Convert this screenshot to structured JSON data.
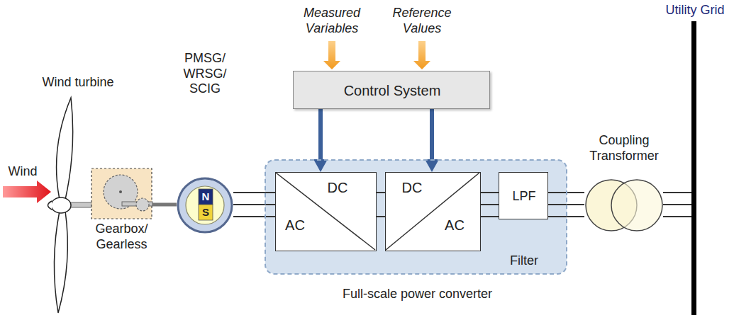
{
  "diagram": {
    "nodes": [
      {
        "text": [
          "Control System"
        ]
      },
      {
        "text": [
          "Gearbox/ Gearless"
        ]
      },
      {
        "text": [
          "PMSG/ WRSG/ SCIG"
        ]
      },
      {
        "text": [
          "Full-scale power converter"
        ]
      },
      {
        "text": [
          "DC",
          "AC"
        ],
        "in": 3
      },
      {
        "text": [
          "DC",
          "AC"
        ],
        "in": 3
      },
      {
        "text": [
          "LPF",
          "Filter"
        ],
        "in": 3
      },
      {
        "text": [
          "Coupling Transformer"
        ]
      }
    ],
    "edges": [
      {
        "from": 0,
        "to": 4,
        "arrow": "to"
      },
      {
        "from": 0,
        "to": 5,
        "arrow": "to"
      },
      {
        "from": 1,
        "to": 2,
        "arrow": "none"
      },
      {
        "from": 2,
        "to": 4,
        "arrow": "none"
      },
      {
        "from": 4,
        "to": 5,
        "arrow": "none"
      },
      {
        "from": 5,
        "to": 6,
        "arrow": "none"
      },
      {
        "from": 6,
        "to": 7,
        "arrow": "none"
      }
    ],
    "labels": [
      "Measured Variables",
      "Reference Values",
      "Wind turbine",
      "Utility Grid",
      "Wind",
      "N",
      "S"
    ]
  }
}
